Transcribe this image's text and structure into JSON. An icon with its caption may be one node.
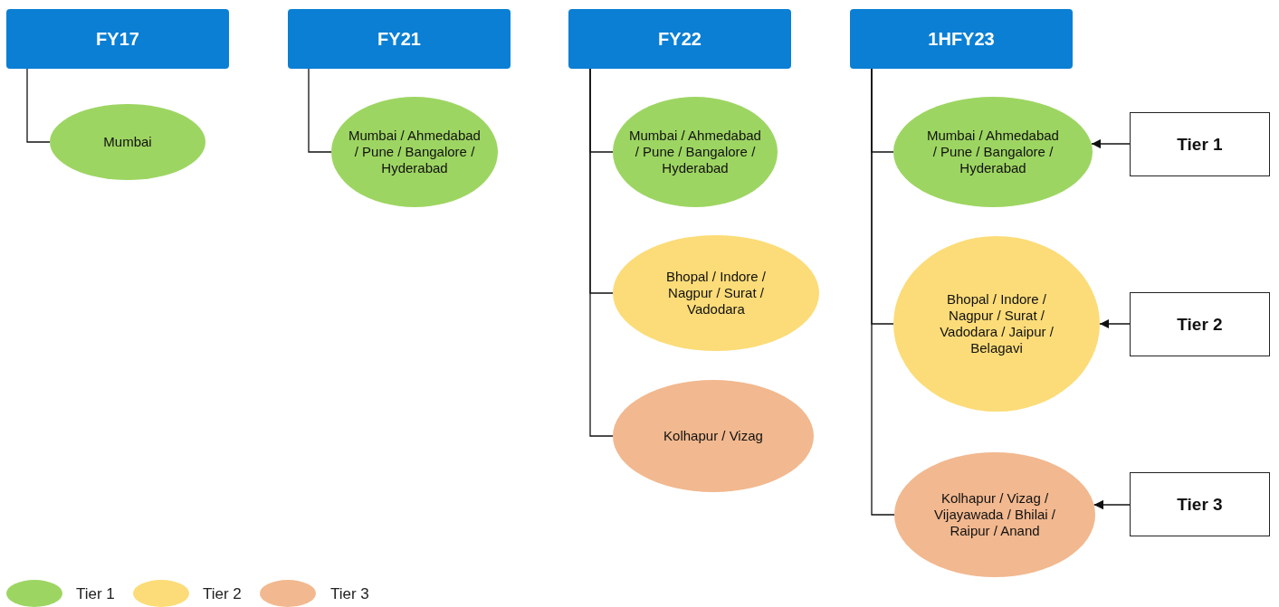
{
  "diagram": {
    "nodes": [
      {
        "text": [
          "FY17"
        ]
      },
      {
        "text": [
          "Mumbai"
        ]
      },
      {
        "text": [
          "FY21"
        ]
      },
      {
        "text": [
          "Mumbai / Ahmedabad / Pune / Bangalore / Hyderabad"
        ]
      },
      {
        "text": [
          "FY22"
        ]
      },
      {
        "text": [
          "Mumbai / Ahmedabad / Pune / Bangalore / Hyderabad"
        ]
      },
      {
        "text": [
          "Bhopal / Indore / Nagpur / Surat / Vadodara"
        ]
      },
      {
        "text": [
          "Kolhapur / Vizag"
        ]
      },
      {
        "text": [
          "1HFY23"
        ]
      },
      {
        "text": [
          "Mumbai / Ahmedabad / Pune / Bangalore / Hyderabad"
        ]
      },
      {
        "text": [
          "Bhopal / Indore / Nagpur / Surat / Vadodara / Jaipur / Belagavi"
        ]
      },
      {
        "text": [
          "Kolhapur / Vizag / Vijayawada / Bhilai / Raipur / Anand"
        ]
      },
      {
        "text": [
          "Tier 1"
        ]
      },
      {
        "text": [
          "Tier 2"
        ]
      },
      {
        "text": [
          "Tier 3"
        ]
      }
    ],
    "edges": [
      {
        "from": 0,
        "to": 1,
        "arrow": "none"
      },
      {
        "from": 2,
        "to": 3,
        "arrow": "none"
      },
      {
        "from": 4,
        "to": 5,
        "arrow": "none"
      },
      {
        "from": 4,
        "to": 6,
        "arrow": "none"
      },
      {
        "from": 4,
        "to": 7,
        "arrow": "none"
      },
      {
        "from": 8,
        "to": 9,
        "arrow": "none"
      },
      {
        "from": 8,
        "to": 10,
        "arrow": "none"
      },
      {
        "from": 8,
        "to": 11,
        "arrow": "none"
      },
      {
        "from": 12,
        "to": 9,
        "arrow": "to"
      },
      {
        "from": 13,
        "to": 10,
        "arrow": "to"
      },
      {
        "from": 14,
        "to": 11,
        "arrow": "to"
      }
    ],
    "legend": [
      {
        "text": "Tier 1",
        "color": "#9dd562"
      },
      {
        "text": "Tier 2",
        "color": "#fcdc78"
      },
      {
        "text": "Tier 3",
        "color": "#f2b88f"
      }
    ]
  }
}
